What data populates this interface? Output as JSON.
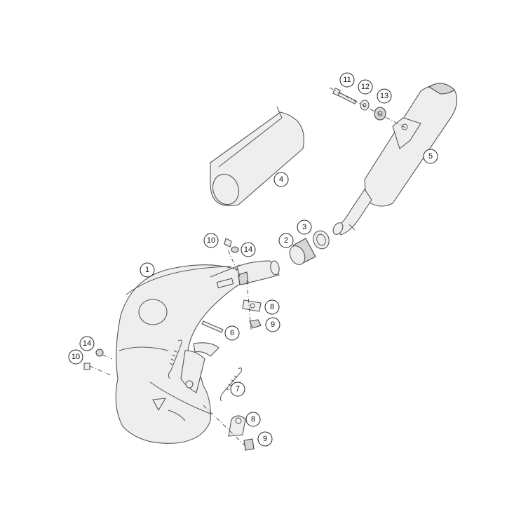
{
  "callouts": [
    {
      "id": "c1",
      "label": "1"
    },
    {
      "id": "c2",
      "label": "2"
    },
    {
      "id": "c3",
      "label": "3"
    },
    {
      "id": "c4",
      "label": "4"
    },
    {
      "id": "c5",
      "label": "5"
    },
    {
      "id": "c6",
      "label": "6"
    },
    {
      "id": "c7",
      "label": "7"
    },
    {
      "id": "c8a",
      "label": "8"
    },
    {
      "id": "c8b",
      "label": "8"
    },
    {
      "id": "c9a",
      "label": "9"
    },
    {
      "id": "c9b",
      "label": "9"
    },
    {
      "id": "c10a",
      "label": "10"
    },
    {
      "id": "c10b",
      "label": "10"
    },
    {
      "id": "c11",
      "label": "11"
    },
    {
      "id": "c12",
      "label": "12"
    },
    {
      "id": "c13",
      "label": "13"
    },
    {
      "id": "c14a",
      "label": "14"
    },
    {
      "id": "c14b",
      "label": "14"
    }
  ],
  "colors": {
    "background": "#ffffff",
    "outline": "#555555",
    "fill": "#eeeeee"
  }
}
